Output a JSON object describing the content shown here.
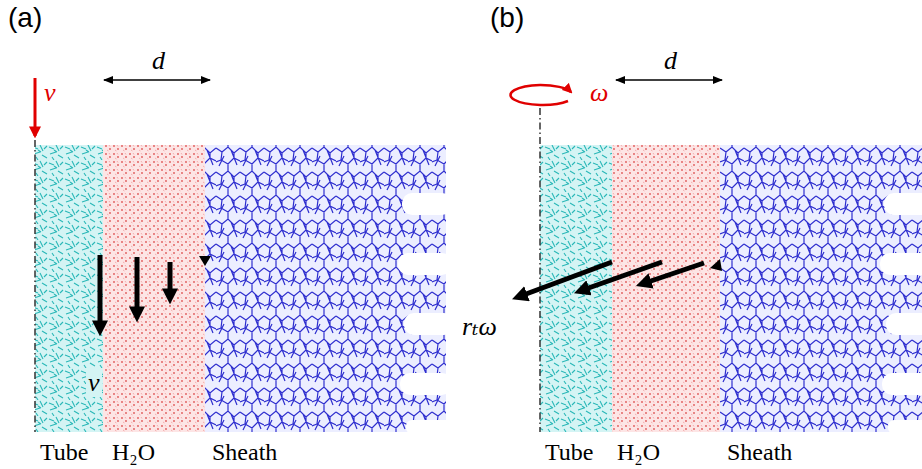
{
  "diagram": {
    "labels": [
      "(a)",
      "(b)",
      "v",
      "d",
      "v",
      "Tube",
      "H₂O",
      "Sheath",
      "ω",
      "d",
      "rₜω",
      "Tube",
      "H₂O",
      "Sheath"
    ]
  }
}
